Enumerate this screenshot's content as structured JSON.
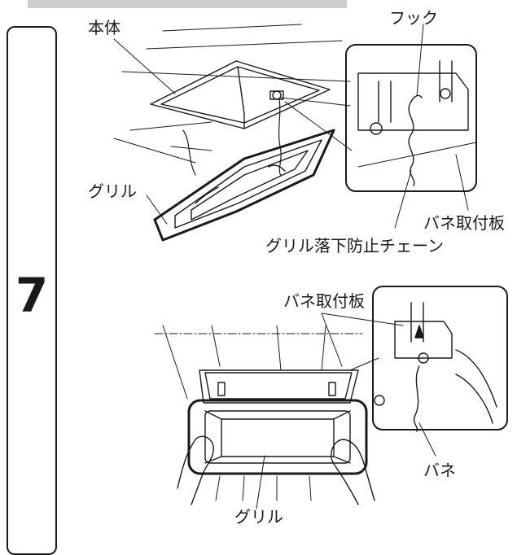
{
  "step": {
    "number": "7"
  },
  "figure_top": {
    "label_body": "本体",
    "label_hook": "フック",
    "label_grille": "グリル",
    "label_spring_plate": "バネ取付板",
    "label_chain": "グリル落下防止チェーン"
  },
  "figure_bottom": {
    "label_spring_plate": "バネ取付板",
    "label_spring": "バネ",
    "label_grille": "グリル"
  }
}
